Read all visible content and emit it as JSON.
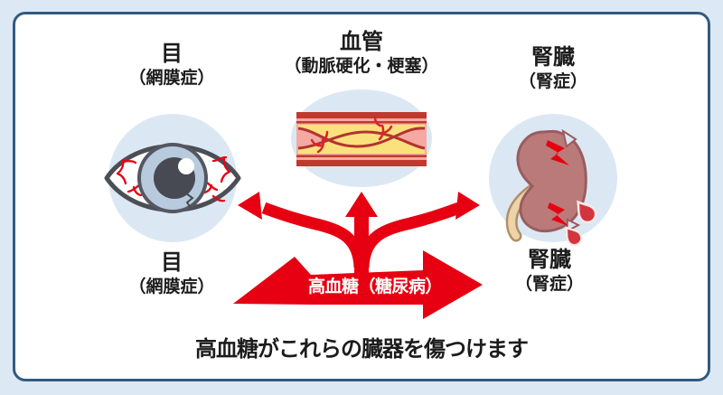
{
  "colors": {
    "page_background": "#dce8f3",
    "card_border": "#335a80",
    "accent_red": "#e60012",
    "circle_background": "#dbe8f4",
    "text": "#1c1c1c",
    "banner_text": "#ffffff",
    "plaque_yellow": "#fbe17c",
    "vessel_pink": "#f4a9a2",
    "vessel_wall_red": "#c0392f",
    "kidney_body": "#ba7a79"
  },
  "labels": {
    "eye_top": {
      "title": "目",
      "subtitle": "（網膜症）"
    },
    "vessel_top": {
      "title": "血管",
      "subtitle": "（動脈硬化・梗塞）"
    },
    "kidney_top": {
      "title": "腎臓",
      "subtitle": "（腎症）"
    },
    "eye_mid": {
      "title": "目",
      "subtitle": "（網膜症）"
    },
    "kidney_mid": {
      "title": "腎臓",
      "subtitle": "（腎症）"
    }
  },
  "banner": {
    "label": "高血糖（糖尿病）"
  },
  "caption": {
    "text": "高血糖がこれらの臓器を傷つけます"
  },
  "icons": {
    "eye": "eye-illustration",
    "vessel": "blood-vessel-illustration",
    "kidney": "kidney-illustration",
    "arrows": "branching-arrows",
    "banner": "banner-arrow"
  }
}
